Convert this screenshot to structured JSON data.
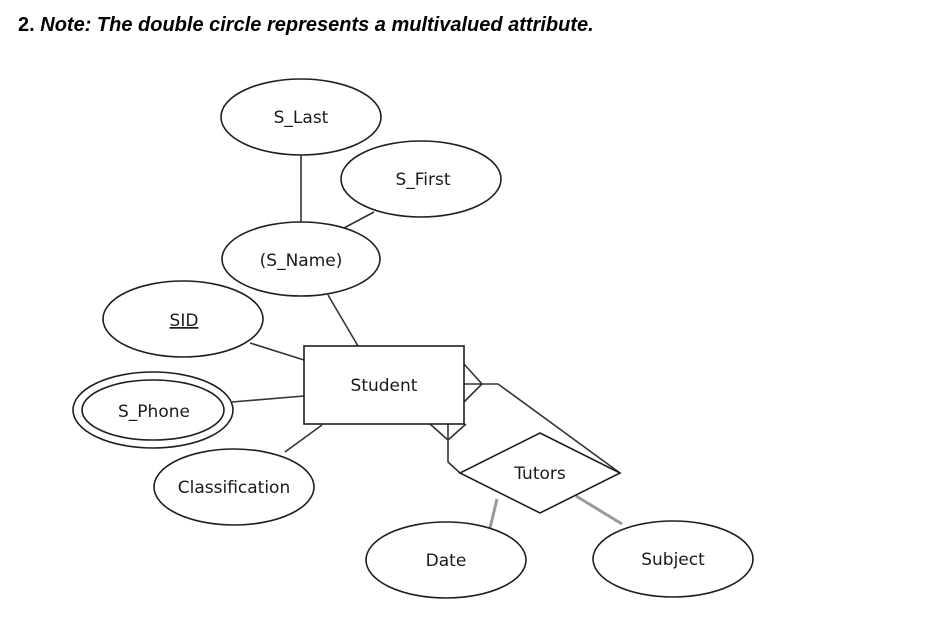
{
  "heading": {
    "number": "2.",
    "note": "Note: The double circle represents a multivalued attribute."
  },
  "diagram": {
    "entity": {
      "label": "Student"
    },
    "relationship": {
      "label": "Tutors"
    },
    "attributes": {
      "s_last": "S_Last",
      "s_first": "S_First",
      "s_name": "(S_Name)",
      "sid": "SID",
      "s_phone": "S_Phone",
      "classification": "Classification",
      "date": "Date",
      "subject": "Subject"
    }
  }
}
